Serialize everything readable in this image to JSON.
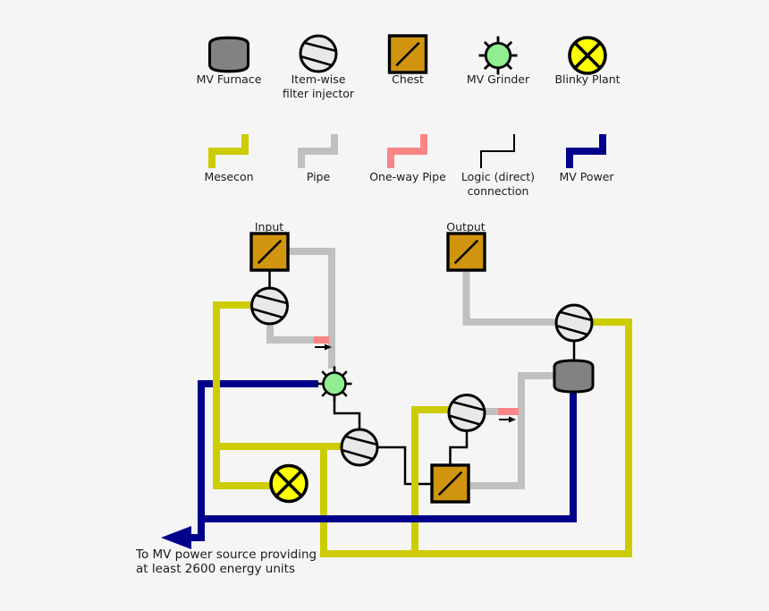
{
  "colors": {
    "background": "#f5f5f5",
    "mesecon": "#cccc00",
    "pipe": "#c0c0c0",
    "one_way_pipe": "#fa8585",
    "logic": "#000000",
    "mv_power": "#00008b",
    "chest_fill": "#d0940e",
    "furnace_fill": "#828282",
    "injector_fill": "#e8e8e8",
    "grinder_fill": "#90ee90",
    "blinky_fill": "#ffff00",
    "outline": "#000000",
    "text": "#1a1a1a"
  },
  "legend": {
    "devices": [
      {
        "label": "MV Furnace"
      },
      {
        "lines": [
          "Item-wise",
          "filter injector"
        ]
      },
      {
        "label": "Chest"
      },
      {
        "label": "MV Grinder"
      },
      {
        "label": "Blinky Plant"
      }
    ],
    "wires": [
      {
        "label": "Mesecon"
      },
      {
        "label": "Pipe"
      },
      {
        "label": "One-way Pipe"
      },
      {
        "lines": [
          "Logic (direct)",
          "connection"
        ]
      },
      {
        "label": "MV Power"
      }
    ]
  },
  "diagram": {
    "input_label": "Input",
    "output_label": "Output",
    "note_lines": [
      "To MV power source providing",
      "at least 2600 energy units"
    ]
  }
}
